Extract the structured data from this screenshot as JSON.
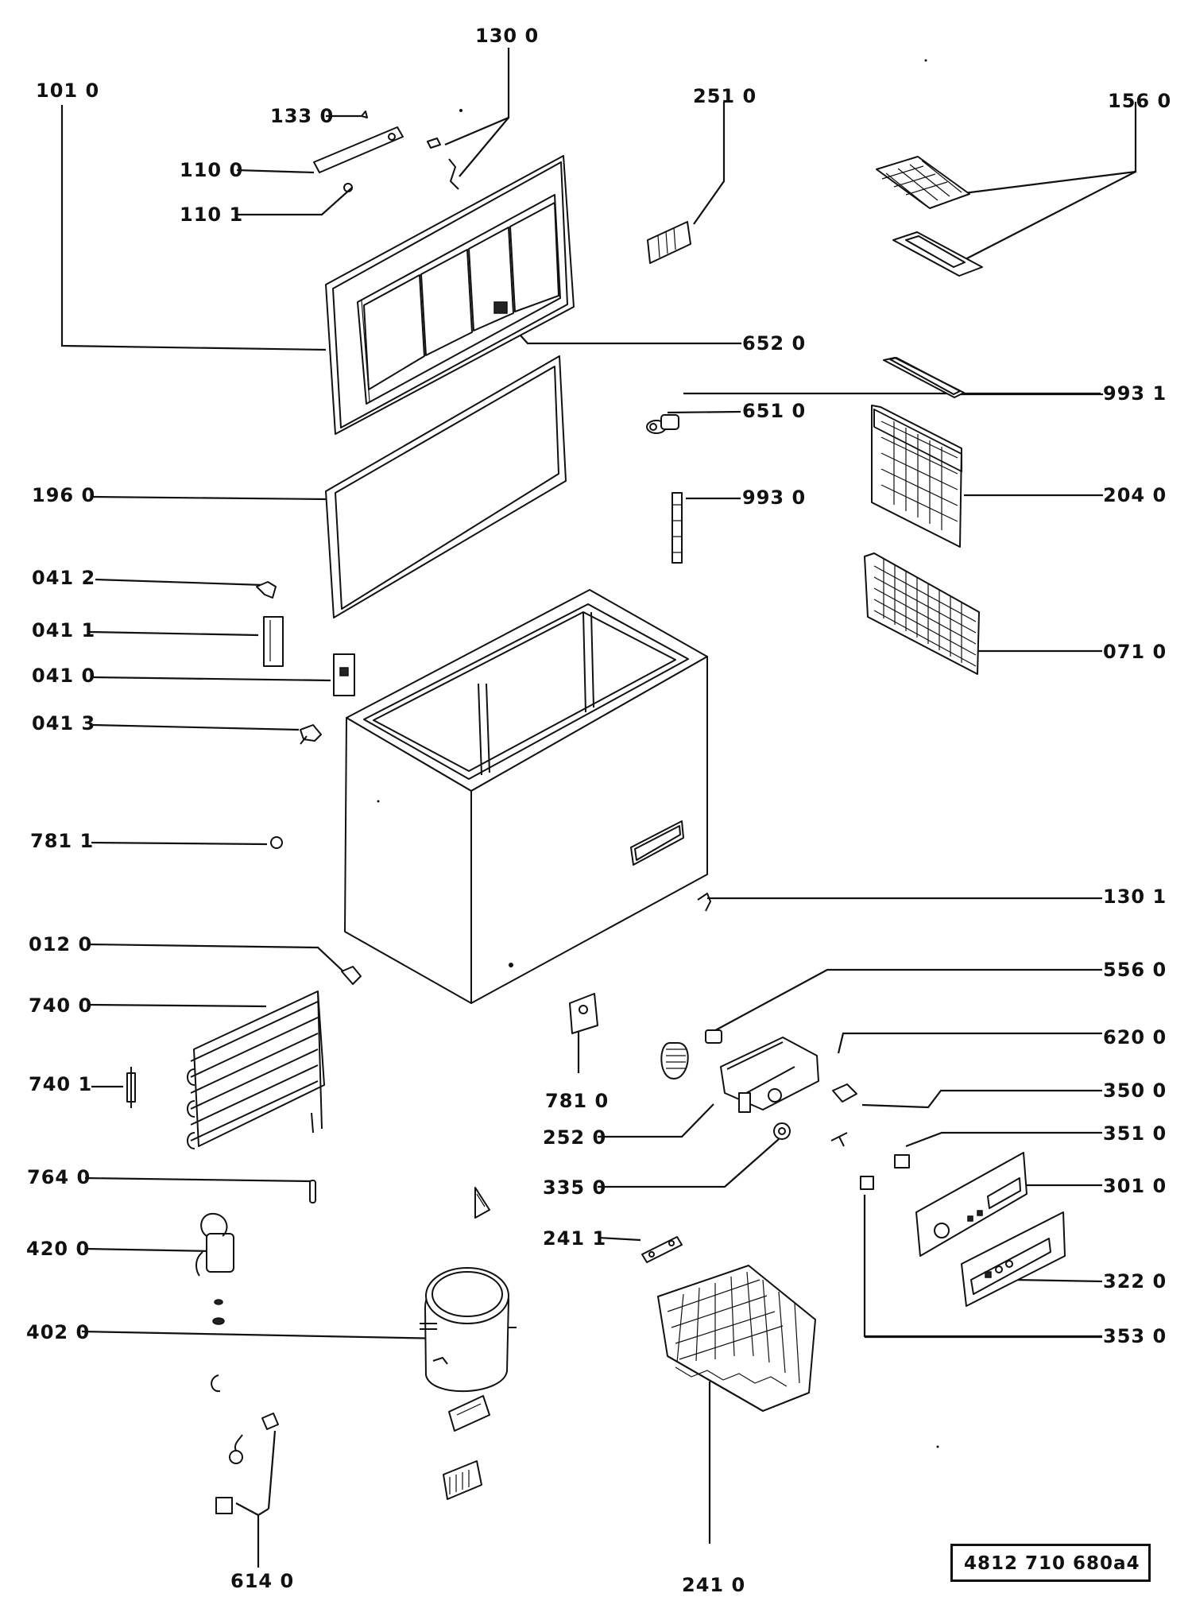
{
  "labels": {
    "l1010": "101 0",
    "l1330": "133 0",
    "l1300": "130 0",
    "l1100": "110 0",
    "l1101": "110 1",
    "l2510": "251 0",
    "l1560": "156 0",
    "l6520": "652 0",
    "l6510": "651 0",
    "l9931": "993 1",
    "l1960": "196 0",
    "l9930": "993 0",
    "l2040": "204 0",
    "l0412": "041 2",
    "l0411": "041 1",
    "l0410": "041 0",
    "l0413": "041 3",
    "l0710": "071 0",
    "l7811": "781 1",
    "l1301": "130 1",
    "l0120": "012 0",
    "l5560": "556 0",
    "l7400": "740 0",
    "l6200": "620 0",
    "l7401": "740 1",
    "l7810": "781 0",
    "l3500": "350 0",
    "l2520": "252 0",
    "l3510": "351 0",
    "l7640": "764 0",
    "l3350": "335 0",
    "l3010": "301 0",
    "l4200": "420 0",
    "l2411": "241 1",
    "l3220": "322 0",
    "l4020": "402 0",
    "l3530": "353 0",
    "l6140": "614 0",
    "l2410": "241 0"
  },
  "reference": "4812  710   680a4"
}
